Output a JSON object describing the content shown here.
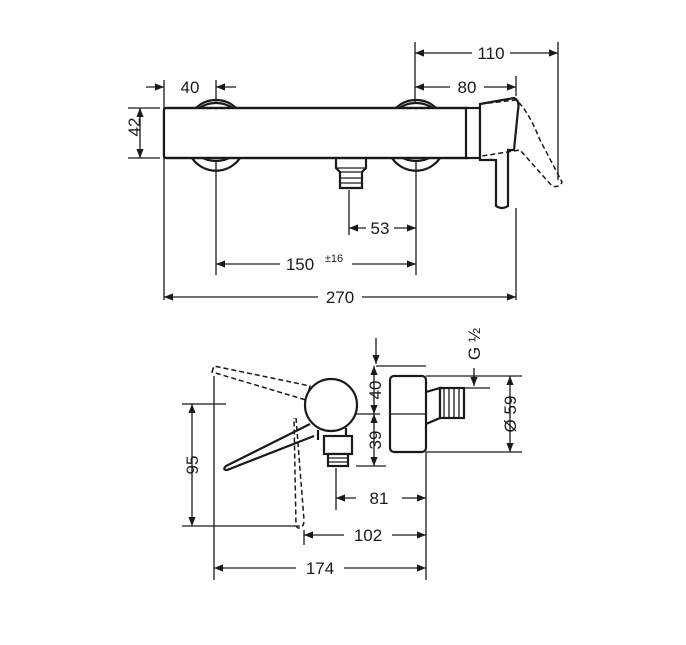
{
  "top_view": {
    "dim_110": "110",
    "dim_40": "40",
    "dim_80": "80",
    "dim_42": "42",
    "dim_53": "53",
    "dim_150": "150",
    "dim_150_tolerance": "±16",
    "dim_270": "270"
  },
  "side_view": {
    "thread_label": "G ½",
    "dim_40": "40",
    "dim_59": "Ø 59",
    "dim_39": "39",
    "dim_95": "95",
    "dim_81": "81",
    "dim_102": "102",
    "dim_174": "174"
  }
}
